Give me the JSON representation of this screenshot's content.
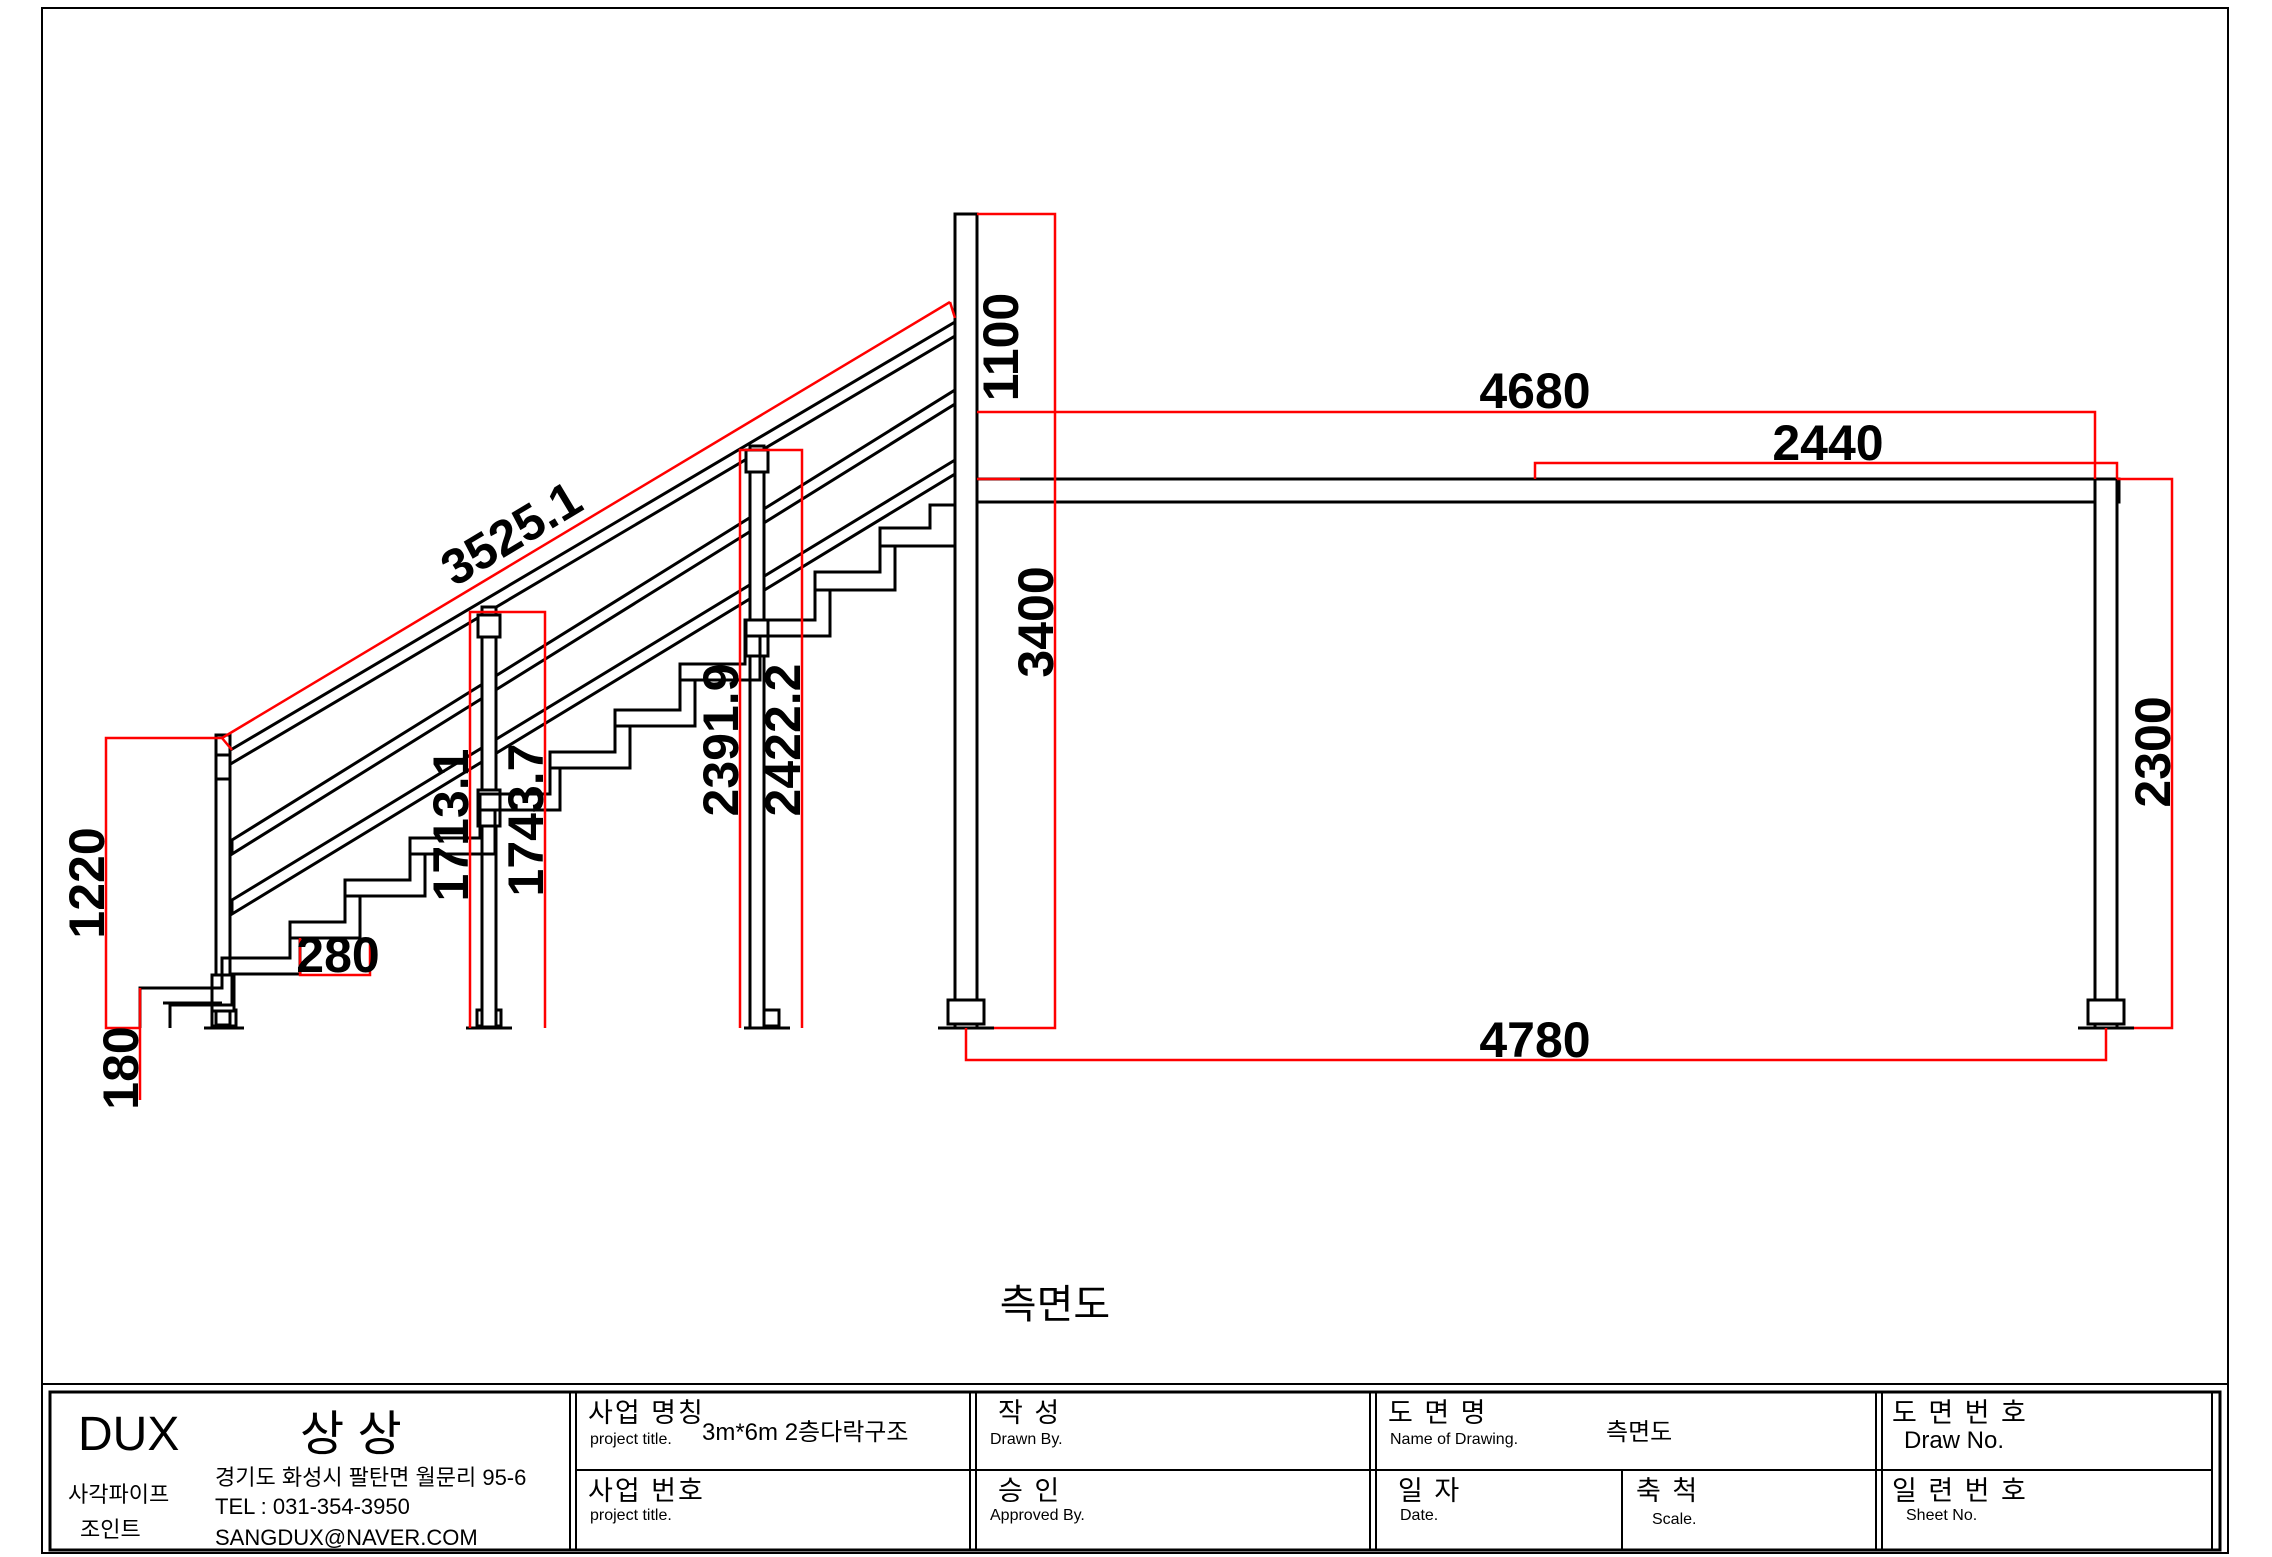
{
  "drawing": {
    "view_caption": "측면도",
    "dimensions": {
      "diagonal": "3525.1",
      "rail_height": "1220",
      "first_step": "180",
      "tread": "280",
      "post1_a": "1713.1",
      "post1_b": "1743.7",
      "post2_a": "2391.9",
      "post2_b": "2422.2",
      "top_post": "1100",
      "floor_height": "3400",
      "span_upper": "4680",
      "beam": "2440",
      "right_height": "2300",
      "span_lower": "4780"
    }
  },
  "title_block": {
    "company": {
      "brand": "DUX",
      "name": "상 상",
      "tag_line1": "사각파이프",
      "tag_line2": "조인트",
      "address": "경기도 화성시 팔탄면 월문리 95-6",
      "tel": "TEL : 031-354-3950",
      "email": "SANGDUX@NAVER.COM"
    },
    "project_name": {
      "label": "사업 명칭",
      "sub": "project title.",
      "value": "3m*6m 2층다락구조"
    },
    "project_no": {
      "label": "사업 번호",
      "sub": "project title.",
      "value": ""
    },
    "drawn_by": {
      "label": "작     성",
      "sub": "Drawn By.",
      "value": ""
    },
    "approved_by": {
      "label": "승     인",
      "sub": "Approved By.",
      "value": ""
    },
    "drawing_name": {
      "label": "도  면  명",
      "sub": "Name of Drawing.",
      "value": "측면도"
    },
    "date": {
      "label": "일  자",
      "sub": "Date.",
      "value": ""
    },
    "scale": {
      "label": "축  척",
      "sub": "Scale.",
      "value": ""
    },
    "drawing_no": {
      "label": "도 면 번 호",
      "sub": "Draw No.",
      "value": ""
    },
    "sheet_no": {
      "label": "일 련 번 호",
      "sub": "Sheet No.",
      "value": ""
    }
  },
  "colors": {
    "dimension": "#ff0000",
    "line": "#000000",
    "background": "#ffffff"
  }
}
